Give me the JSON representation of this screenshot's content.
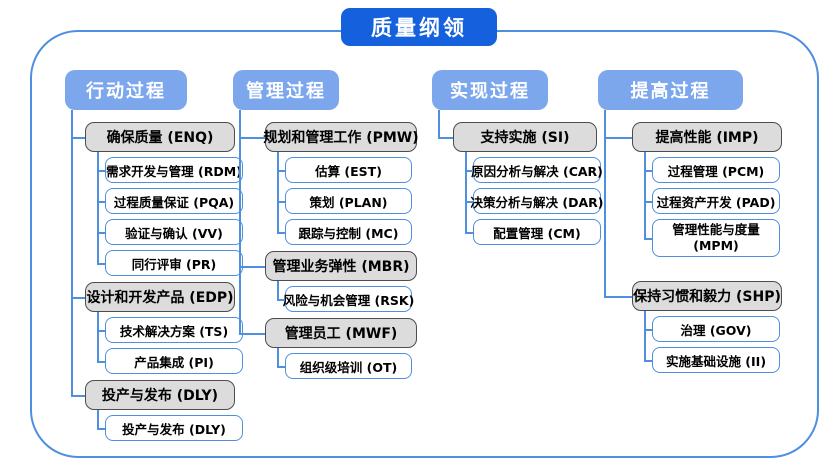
{
  "title": "质量纲领",
  "colors": {
    "title_fill": "#1560dd",
    "header_fill": "#7da7ec",
    "group_fill": "#dcdcdc",
    "group_border": "#4d4d4d",
    "child_border": "#4e8fe0",
    "line": "#4e8fe0",
    "frame_border": "#4e8fe0"
  },
  "columns": [
    {
      "label": "行动过程",
      "groups": [
        {
          "label": "确保质量 (ENQ)",
          "children": [
            "需求开发与管理 (RDM)",
            "过程质量保证 (PQA)",
            "验证与确认 (VV)",
            "同行评审 (PR)"
          ]
        },
        {
          "label": "设计和开发产品 (EDP)",
          "children": [
            "技术解决方案 (TS)",
            "产品集成 (PI)"
          ]
        },
        {
          "label": "投产与发布 (DLY)",
          "children": [
            "投产与发布 (DLY)"
          ]
        }
      ]
    },
    {
      "label": "管理过程",
      "groups": [
        {
          "label": "规划和管理工作 (PMW)",
          "children": [
            "估算 (EST)",
            "策划 (PLAN)",
            "跟踪与控制 (MC)"
          ]
        },
        {
          "label": "管理业务弹性 (MBR)",
          "children": [
            "风险与机会管理 (RSK)"
          ]
        },
        {
          "label": "管理员工 (MWF)",
          "children": [
            "组织级培训 (OT)"
          ]
        }
      ]
    },
    {
      "label": "实现过程",
      "groups": [
        {
          "label": "支持实施 (SI)",
          "children": [
            "原因分析与解决 (CAR)",
            "决策分析与解决 (DAR)",
            "配置管理 (CM)"
          ]
        }
      ]
    },
    {
      "label": "提高过程",
      "groups": [
        {
          "label": "提高性能 (IMP)",
          "children": [
            "过程管理 (PCM)",
            "过程资产开发 (PAD)",
            "管理性能与度量 (MPM)"
          ]
        },
        {
          "label": "保持习惯和毅力 (SHP)",
          "children": [
            "治理 (GOV)",
            "实施基础设施 (II)"
          ]
        }
      ]
    }
  ]
}
